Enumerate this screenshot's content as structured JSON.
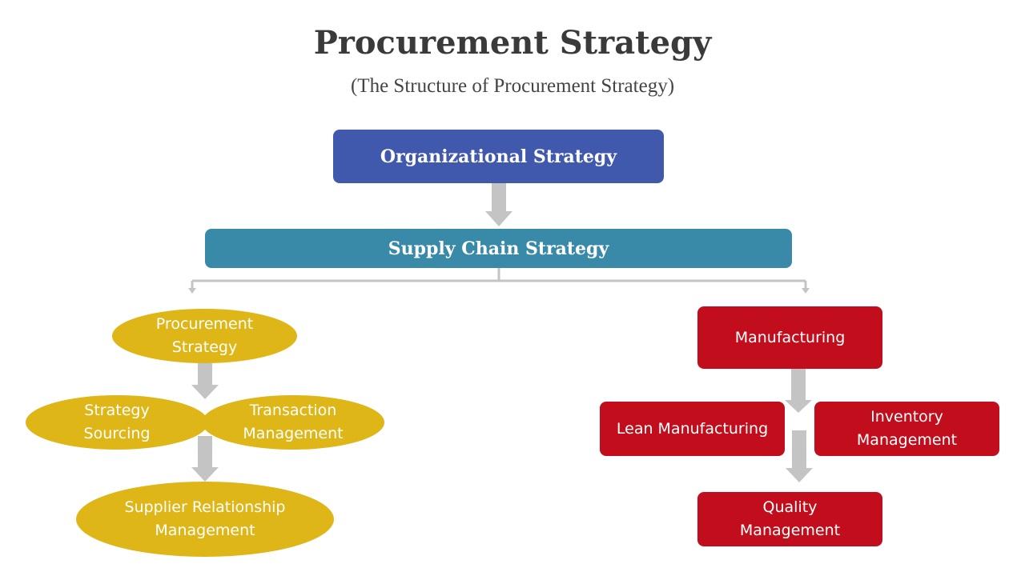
{
  "title": "Procurement Strategy",
  "subtitle": "(The Structure of Procurement Strategy)",
  "colors": {
    "top_box": "#4159ac",
    "supply_chain_box": "#388aa8",
    "procurement_nodes": "#dfb617",
    "manufacturing_nodes": "#c20e1c",
    "arrows": "#c4c4c4"
  },
  "nodes": {
    "organizational_strategy": "Organizational Strategy",
    "supply_chain_strategy": "Supply Chain Strategy",
    "procurement": {
      "root": [
        "Procurement",
        "Strategy"
      ],
      "strategy_sourcing": [
        "Strategy",
        "Sourcing"
      ],
      "transaction_management": [
        "Transaction",
        "Management"
      ],
      "supplier_relationship_management": [
        "Supplier Relationship",
        "Management"
      ]
    },
    "manufacturing": {
      "root": "Manufacturing",
      "lean_manufacturing": "Lean Manufacturing",
      "inventory_management": [
        "Inventory",
        "Management"
      ],
      "quality_management": [
        "Quality",
        "Management"
      ]
    }
  }
}
